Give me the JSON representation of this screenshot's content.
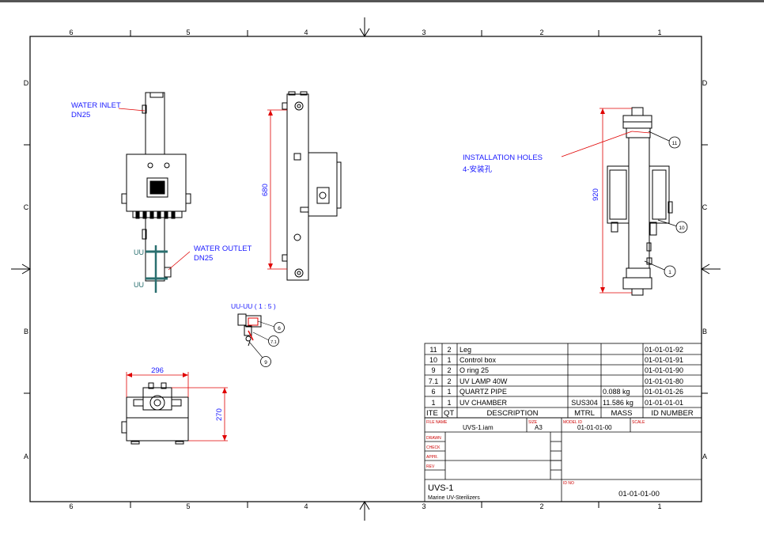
{
  "zone_columns": [
    "6",
    "5",
    "4",
    "3",
    "2",
    "1"
  ],
  "zone_rows": [
    "D",
    "C",
    "B",
    "A"
  ],
  "callouts": {
    "water_inlet": "WATER INLET",
    "water_inlet_size": "DN25",
    "water_outlet": "WATER OUTLET",
    "water_outlet_size": "DN25",
    "install_holes": "INSTALLATION HOLES",
    "install_holes_cn": "4-安装孔"
  },
  "dimensions": {
    "height_side": "680",
    "height_right": "920",
    "width_bottom": "296",
    "height_bottom": "270"
  },
  "section": {
    "title": "UU-UU  ( 1 : 5 )",
    "marker_top": "UU",
    "marker_bottom": "UU"
  },
  "balloons": [
    "11",
    "10",
    "1",
    "6",
    "7.1",
    "9"
  ],
  "bom": {
    "headers": [
      "ITE",
      "QT",
      "DESCRIPTION",
      "MTRL",
      "MASS",
      "ID NUMBER"
    ],
    "rows": [
      {
        "ite": "11",
        "qt": "2",
        "desc": "Leg",
        "mtrl": "",
        "mass": "",
        "id": "01-01-01-92"
      },
      {
        "ite": "10",
        "qt": "1",
        "desc": "Control box",
        "mtrl": "",
        "mass": "",
        "id": "01-01-01-91"
      },
      {
        "ite": "9",
        "qt": "2",
        "desc": "O ring  25",
        "mtrl": "",
        "mass": "",
        "id": "01-01-01-90"
      },
      {
        "ite": "7.1",
        "qt": "2",
        "desc": "UV LAMP  40W",
        "mtrl": "",
        "mass": "",
        "id": "01-01-01-80"
      },
      {
        "ite": "6",
        "qt": "1",
        "desc": "QUARTZ PIPE",
        "mtrl": "",
        "mass": "0.088 kg",
        "id": "01-01-01-26"
      },
      {
        "ite": "1",
        "qt": "1",
        "desc": "UV CHAMBER",
        "mtrl": "SUS304",
        "mass": "11.586 kg",
        "id": "01-01-01-01"
      }
    ]
  },
  "title_block": {
    "file_name_label": "FILE NAME",
    "file_name": "UVS-1.iam",
    "size_label": "SIZE",
    "size": "A3",
    "model_id_label": "MODEL ID",
    "model_id": "01-01-01-00",
    "scale_label": "SCALE",
    "drawn_label": "DRAWN",
    "check_label": "CHECK",
    "appr_label": "APPR.",
    "rev_label": "REV",
    "title": "UVS-1",
    "subtitle": "Marine UV-Sterilizers",
    "id_no_label": "ID NO",
    "id_no": "01-01-01-00"
  }
}
